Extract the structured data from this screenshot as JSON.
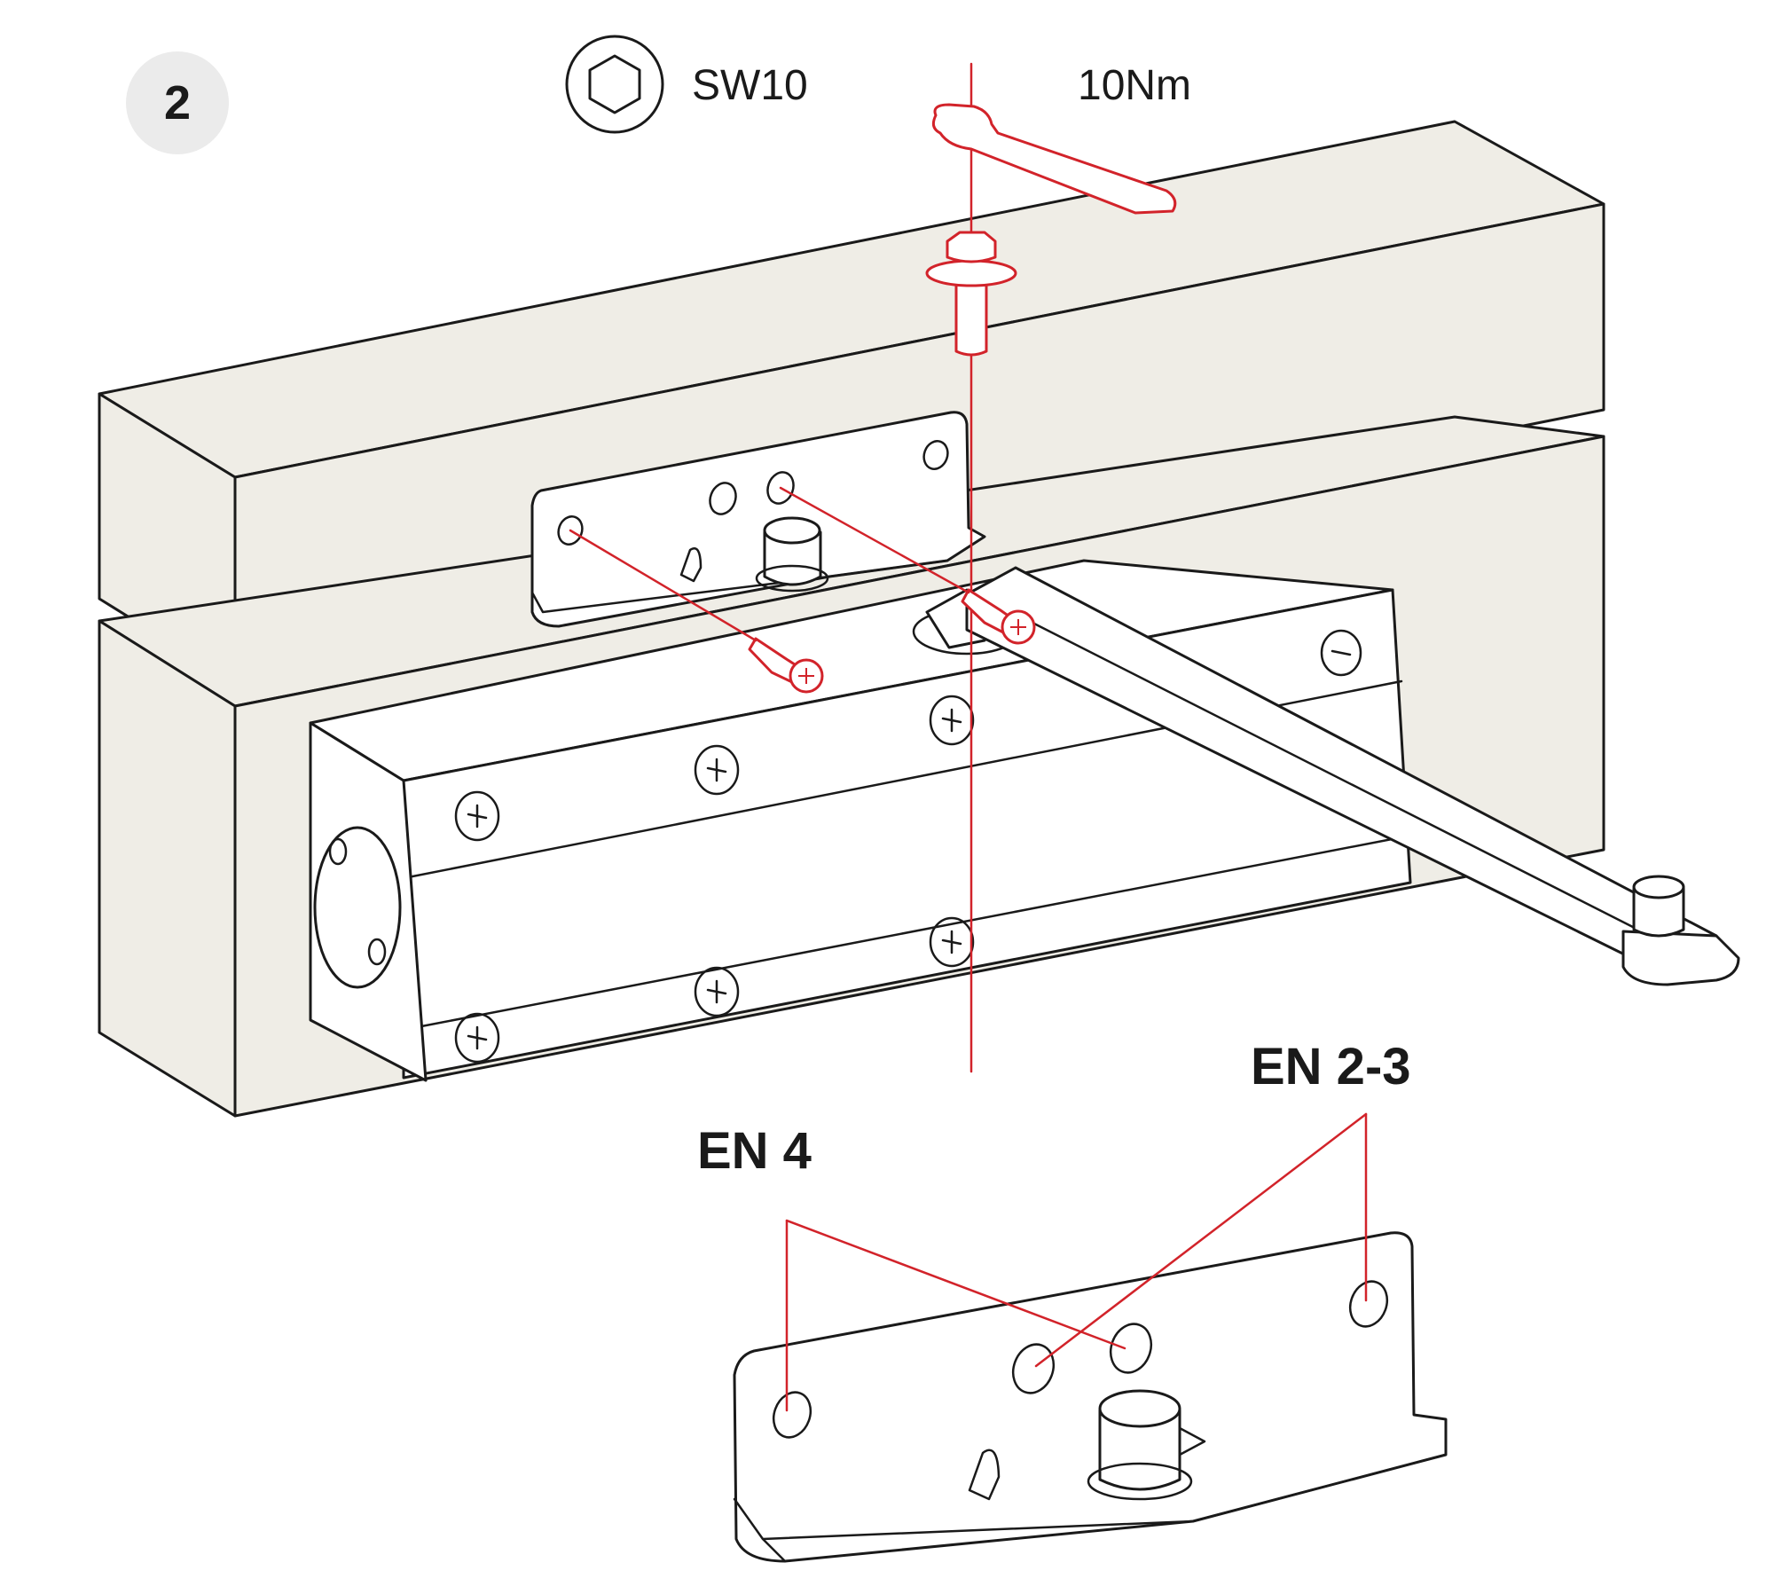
{
  "step_number": "2",
  "hex_tool_size": "SW10",
  "torque": "10Nm",
  "callout_en4": "EN 4",
  "callout_en23": "EN 2-3",
  "icons": {
    "hex_socket": "hexagon-in-circle-icon",
    "wrench": "open-end-wrench-icon"
  },
  "colors": {
    "accent_red": "#d2232a",
    "wood": "#efede6",
    "step_badge": "#ebebeb",
    "line": "#1a1a1a"
  }
}
